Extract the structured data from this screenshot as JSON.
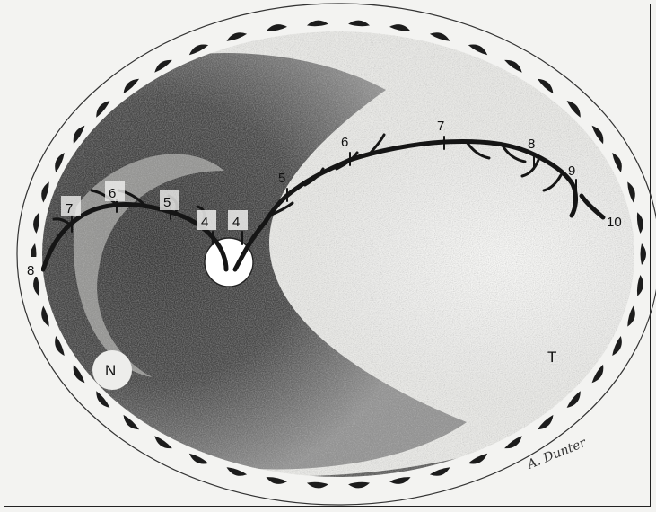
{
  "figure": {
    "growth_labels": [
      {
        "id": "l8a",
        "text": "8"
      },
      {
        "id": "l7a",
        "text": "7"
      },
      {
        "id": "l6a",
        "text": "6"
      },
      {
        "id": "l5a",
        "text": "5"
      },
      {
        "id": "l4a",
        "text": "4"
      },
      {
        "id": "l4b",
        "text": "4"
      },
      {
        "id": "l5b",
        "text": "5"
      },
      {
        "id": "l6b",
        "text": "6"
      },
      {
        "id": "l7b",
        "text": "7"
      },
      {
        "id": "l8b",
        "text": "8"
      },
      {
        "id": "l9b",
        "text": "9"
      },
      {
        "id": "l10b",
        "text": "10"
      }
    ],
    "letters": {
      "n": "N",
      "t": "T"
    },
    "signature": "A. Dunter"
  }
}
